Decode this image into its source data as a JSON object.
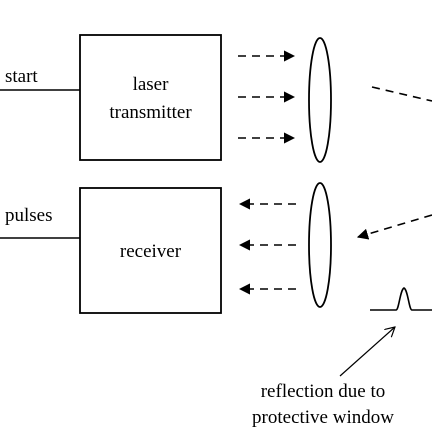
{
  "labels": {
    "start": "start",
    "pulses": "pulses",
    "transmitter_line1": "laser",
    "transmitter_line2": "transmitter",
    "receiver": "receiver",
    "annotation_line1": "reflection due to",
    "annotation_line2": "protective window"
  }
}
